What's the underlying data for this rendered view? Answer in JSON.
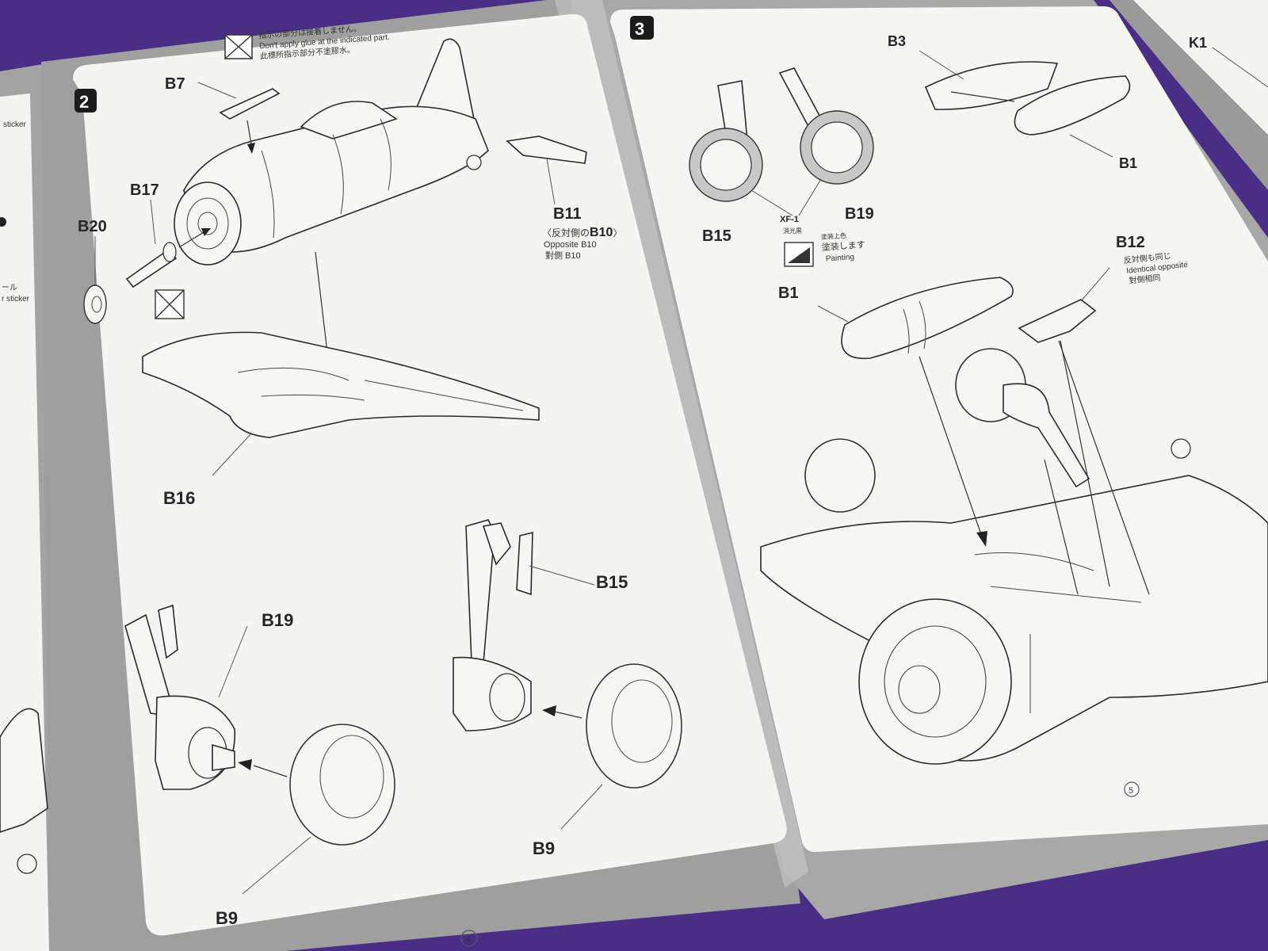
{
  "photo": {
    "subject": "model-kit-instruction-booklet",
    "background_color": "#4a2e86",
    "frame_color": "#9b9b9b",
    "paper_color": "#f4f4f2"
  },
  "left_page": {
    "step_number": "2",
    "page_number": "4",
    "glue_note": {
      "jp": "指示の部分は接着しません。",
      "en": "Don't apply glue at the indicated part.",
      "cn": "此標所指示部分不塗膠水。"
    },
    "labels": {
      "b7": "B7",
      "b17": "B17",
      "b20": "B20",
      "b11": "B11",
      "b16": "B16",
      "b19": "B19",
      "b15": "B15",
      "b9_left": "B9",
      "b9_right": "B9"
    },
    "b11_note": {
      "jp_prefix": "〈反対側の",
      "ref": "B10",
      "jp_suffix": "〉",
      "en": "Opposite B10",
      "cn": "對側 B10"
    }
  },
  "right_page": {
    "step_number": "3",
    "page_number": "5",
    "labels": {
      "b3": "B3",
      "b1_top": "B1",
      "k1": "K1",
      "b15": "B15",
      "b19": "B19",
      "xf1": "XF-1",
      "b12": "B12",
      "b1": "B1"
    },
    "xf1_sub": "消光黒",
    "painting_note": {
      "jp_small": "塗装上色",
      "jp": "塗装します",
      "en": "Painting"
    },
    "b12_note": {
      "jp": "反対側も同じ",
      "en": "Identical opposite",
      "cn": "對側相同"
    }
  },
  "leftmost_page": {
    "fragment_top": "sticker",
    "fragment_mid_jp": "ール",
    "fragment_mid": "r sticker"
  }
}
